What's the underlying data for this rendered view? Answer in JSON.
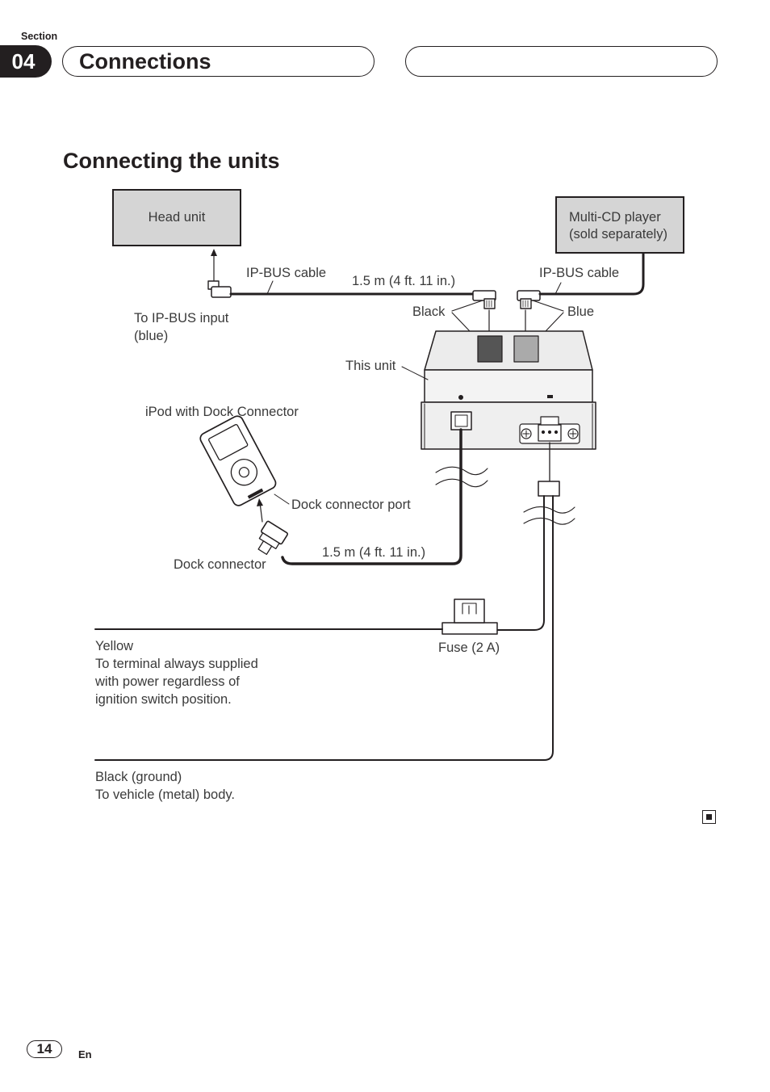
{
  "header": {
    "section_label": "Section",
    "section_number": "04",
    "chapter_title": "Connections"
  },
  "heading": "Connecting the units",
  "diagram": {
    "head_unit": "Head unit",
    "multi_cd_line1": "Multi-CD player",
    "multi_cd_line2": "(sold separately)",
    "ipbus_cable_left": "IP-BUS cable",
    "ipbus_cable_right": "IP-BUS cable",
    "cable_length_top": "1.5 m (4 ft. 11 in.)",
    "to_ipbus_input_line1": "To IP-BUS input",
    "to_ipbus_input_line2": "(blue)",
    "black": "Black",
    "blue": "Blue",
    "this_unit": "This unit",
    "ipod_with_dock": "iPod with Dock Connector",
    "dock_connector_port": "Dock connector port",
    "dock_connector": "Dock connector",
    "cable_length_dock": "1.5 m (4 ft. 11 in.)",
    "fuse": "Fuse (2 A)",
    "yellow_lines": [
      "Yellow",
      "To terminal always supplied",
      "with power regardless of",
      "ignition switch position."
    ],
    "ground_lines": [
      "Black (ground)",
      "To vehicle (metal) body."
    ]
  },
  "footer": {
    "page_number": "14",
    "language": "En"
  }
}
